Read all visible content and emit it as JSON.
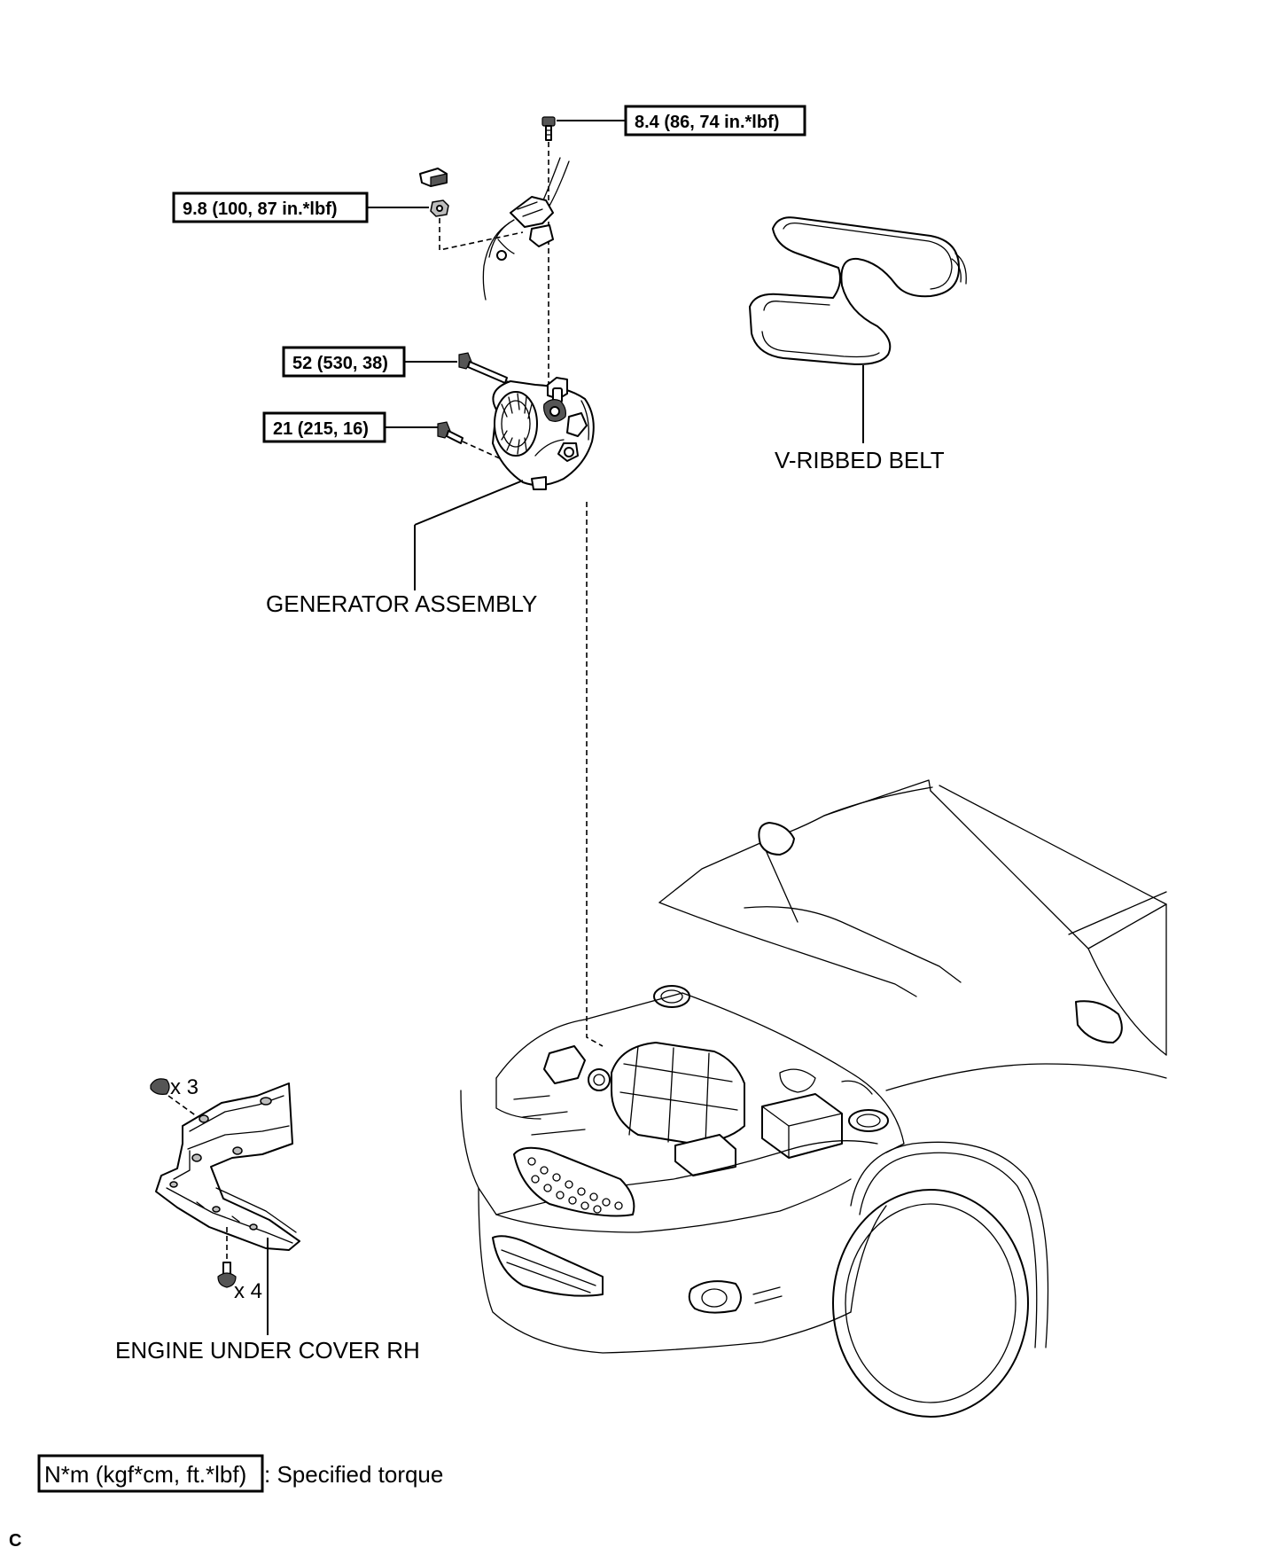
{
  "torque_callouts": {
    "bolt_top": "8.4 (86, 74 in.*lbf)",
    "nut_terminal": "9.8 (100, 87 in.*lbf)",
    "bolt_long": "52 (530, 38)",
    "bolt_short": "21 (215, 16)"
  },
  "part_labels": {
    "v_ribbed_belt": "V-RIBBED BELT",
    "generator_assembly": "GENERATOR ASSEMBLY",
    "engine_under_cover": "ENGINE UNDER COVER RH"
  },
  "quantities": {
    "clips": "x 3",
    "screws": "x 4"
  },
  "legend": {
    "boxed_unit": "N*m (kgf*cm, ft.*lbf)",
    "description": ": Specified torque"
  },
  "figure_code": "C"
}
